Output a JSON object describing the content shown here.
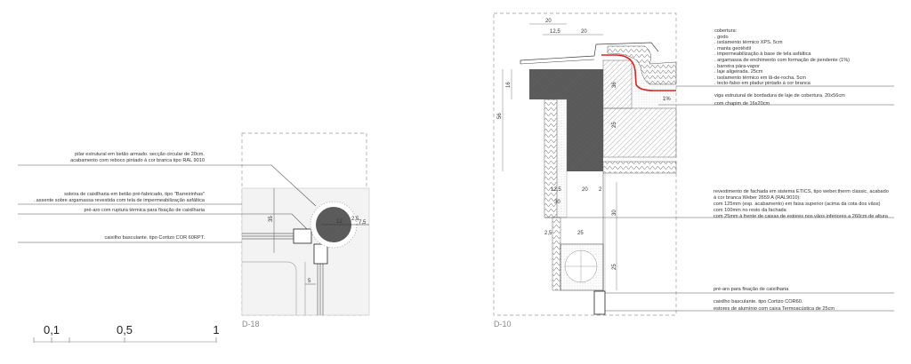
{
  "detail_left": {
    "label": "D-18",
    "notes": [
      [
        "pilar estrutural em betão armado. secção circular de 20cm.",
        "acabamento com reboco pintado à cor branca tipo RAL 9010"
      ],
      [
        "soleira de caixilharia em betão pré-fabricado, tipo \"Barreirinhas\"",
        ". assente sobre argamassa revestida com tela de impermeabilização asfáltica"
      ],
      [
        "pré-aro com ruptura térmica para fixação de caixilharia"
      ],
      [
        "caixilho basculante. tipo Cortizo COR 60RPT."
      ]
    ],
    "dimensions": [
      "35",
      "12",
      "2,5",
      "7,5",
      "5"
    ]
  },
  "detail_right": {
    "label": "D-10",
    "notes": {
      "cobertura": [
        "cobertura:",
        ". godo",
        ". isolamento térmico XPS. 5cm",
        ". manta geotêxtil",
        ". impermeabilização à base de tela asfáltica",
        ". argamassa de enchimento com formação de pendente (1%)",
        ". barreira pára-vapor",
        ". laje aligeirada. 25cm",
        ". isolamento térmico em lã-de-rocha. 5cm",
        ". tecto-falso em pladur pintado à cor branca"
      ],
      "viga": [
        "viga estrutural de bordadura de laje de cobertura. 20x56cm",
        "com chapim de 16x20cm"
      ],
      "revestimento": [
        "revestimento de fachada em sistema ETICS, tipo weber.therm classic, acabado",
        "à cor branca Weber 2659 A (RAL9010):",
        "com 125mm (esp. acabamento) em faixa superior (acima da cota dos vãos)",
        "com 100mm no resto da fachada",
        "com 25mm à frente de caixas de estores nos vãos inferiores a 260cm de altura"
      ],
      "pre_aro": [
        "pré-aro para fixação de caixilharia"
      ],
      "caixilho": [
        "caixilho basculante. tipo Cortizo COR60.",
        "estores de alumínio com caixa Termoacústica de 25cm"
      ]
    },
    "dimensions": {
      "top_a": "20",
      "top_b": "12,5",
      "top_c": "20",
      "h16": "16",
      "h56": "56",
      "d36": "36",
      "d25": "25",
      "slope": "1%",
      "m12_5": "12,5",
      "m20": "20",
      "m2": "2",
      "m30": "30",
      "v30": "30",
      "m2_5": "2,5",
      "m25": "25",
      "v25": "25"
    }
  },
  "scale_bar": {
    "labels": [
      "0,1",
      "0,5",
      "1"
    ]
  },
  "colors": {
    "concrete": "#5a5a5a",
    "membrane": "#e0201c",
    "frame": "#9a9a9a"
  }
}
